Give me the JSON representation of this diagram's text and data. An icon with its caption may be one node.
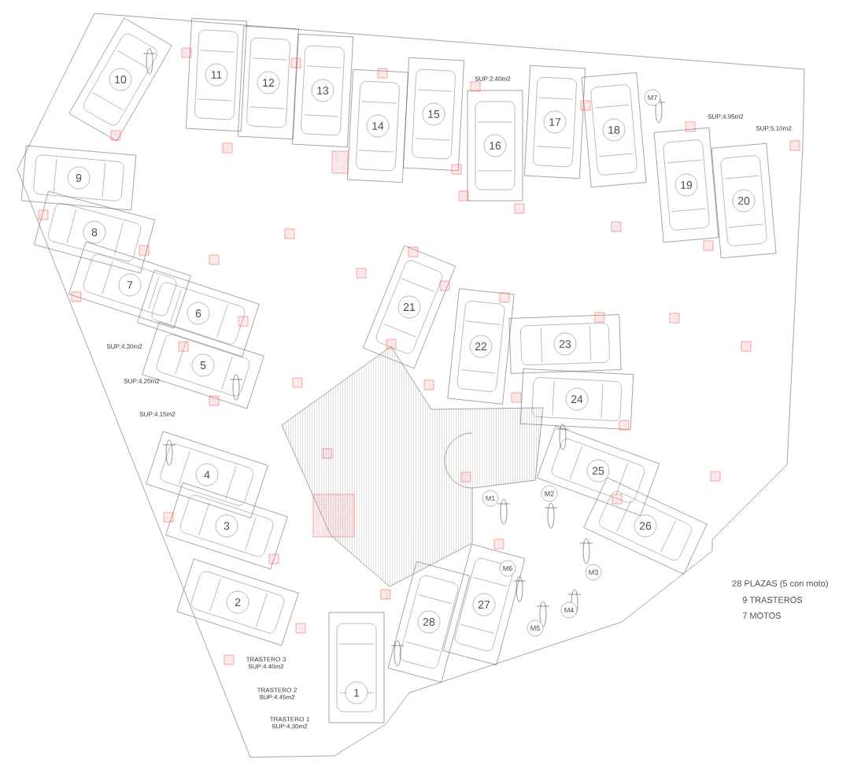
{
  "diagram": {
    "nodes": [
      {
        "text": [
          "1"
        ]
      },
      {
        "text": [
          "2"
        ]
      },
      {
        "text": [
          "3"
        ]
      },
      {
        "text": [
          "4"
        ]
      },
      {
        "text": [
          "5"
        ]
      },
      {
        "text": [
          "6"
        ]
      },
      {
        "text": [
          "7"
        ]
      },
      {
        "text": [
          "8"
        ]
      },
      {
        "text": [
          "9"
        ]
      },
      {
        "text": [
          "10"
        ]
      },
      {
        "text": [
          "11"
        ]
      },
      {
        "text": [
          "12"
        ]
      },
      {
        "text": [
          "13"
        ]
      },
      {
        "text": [
          "14"
        ]
      },
      {
        "text": [
          "15"
        ]
      },
      {
        "text": [
          "16"
        ]
      },
      {
        "text": [
          "17"
        ]
      },
      {
        "text": [
          "18"
        ]
      },
      {
        "text": [
          "19"
        ]
      },
      {
        "text": [
          "20"
        ]
      },
      {
        "text": [
          "21"
        ]
      },
      {
        "text": [
          "22"
        ]
      },
      {
        "text": [
          "23"
        ]
      },
      {
        "text": [
          "24"
        ]
      },
      {
        "text": [
          "25"
        ]
      },
      {
        "text": [
          "26"
        ]
      },
      {
        "text": [
          "27"
        ]
      },
      {
        "text": [
          "28"
        ]
      },
      {
        "text": [
          "M1"
        ]
      },
      {
        "text": [
          "M2"
        ]
      },
      {
        "text": [
          "M3"
        ]
      },
      {
        "text": [
          "M4"
        ]
      },
      {
        "text": [
          "M5"
        ]
      },
      {
        "text": [
          "M6"
        ]
      },
      {
        "text": [
          "M7"
        ]
      }
    ],
    "labels": [
      "SUP:2.40m2",
      "SUP:4.95m2",
      "SUP:5.10m2",
      "SUP:4.30m2",
      "SUP:4.20m2",
      "SUP:4.15m2",
      "TRASTERO 3 SUP:4.40m2",
      "TRASTERO 2 SUP:4.45m2",
      "TRASTERO 1 SUP:4.30m2",
      "28 PLAZAS (5 con moto)",
      "9 TRASTEROS",
      "7 MOTOS"
    ]
  }
}
